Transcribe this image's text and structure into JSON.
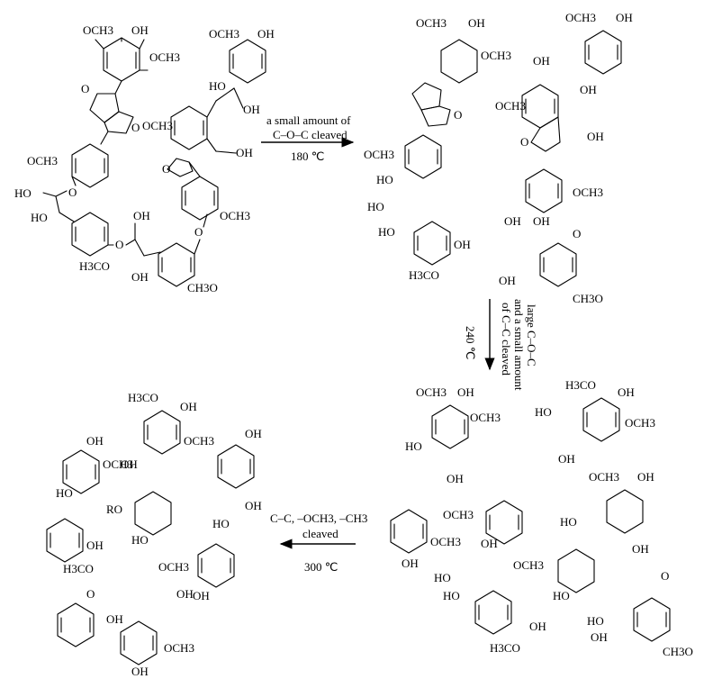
{
  "conditions": {
    "step1": {
      "line1": "a small amount of",
      "line2": "C–O–C cleaved",
      "temp": "180 ℃"
    },
    "step2": {
      "line1": "large C–O–C",
      "line2": "and a small amount",
      "line3": "of C–C cleaved",
      "temp": "240 ℃"
    },
    "step3": {
      "line1": "C–C, –OCH3, –CH3",
      "line2": "cleaved",
      "temp": "300 ℃"
    }
  },
  "labels": {
    "och3": "OCH3",
    "h3co": "H3CO",
    "ch3o": "CH3O",
    "oh": "OH",
    "ho": "HO",
    "ro": "RO",
    "o": "O"
  }
}
